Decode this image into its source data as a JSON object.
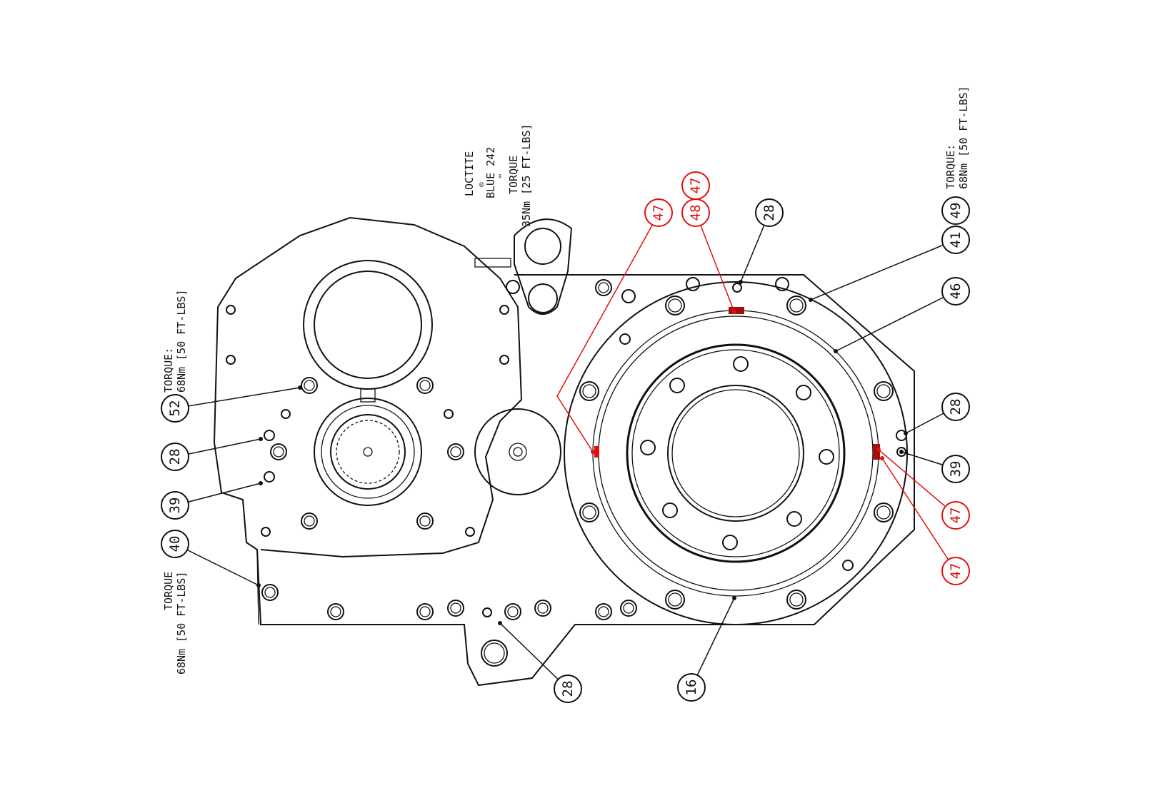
{
  "notes": {
    "loctite": [
      "LOCTITE",
      "®",
      "BLUE 242",
      "™",
      "TORQUE",
      "35Nm [25 FT-LBS]"
    ],
    "torque_top_right": [
      "TORQUE:",
      "68Nm [50 FT-LBS]"
    ],
    "torque_left_upper": [
      "TORQUE:",
      "68Nm [50 FT-LBS]"
    ],
    "torque_left_lower": [
      "TORQUE",
      "68Nm [50 FT-LBS]"
    ]
  },
  "balloons": [
    {
      "id": "52",
      "color": "#111111"
    },
    {
      "id": "28",
      "color": "#111111"
    },
    {
      "id": "39",
      "color": "#111111"
    },
    {
      "id": "40",
      "color": "#111111"
    },
    {
      "id": "28",
      "color": "#111111"
    },
    {
      "id": "16",
      "color": "#111111"
    },
    {
      "id": "47",
      "color": "#e01010"
    },
    {
      "id": "48",
      "color": "#e01010"
    },
    {
      "id": "47",
      "color": "#e01010"
    },
    {
      "id": "28",
      "color": "#111111"
    },
    {
      "id": "49",
      "color": "#111111"
    },
    {
      "id": "41",
      "color": "#111111"
    },
    {
      "id": "46",
      "color": "#111111"
    },
    {
      "id": "28",
      "color": "#111111"
    },
    {
      "id": "39",
      "color": "#111111"
    },
    {
      "id": "47",
      "color": "#e01010"
    },
    {
      "id": "47",
      "color": "#e01010"
    }
  ]
}
